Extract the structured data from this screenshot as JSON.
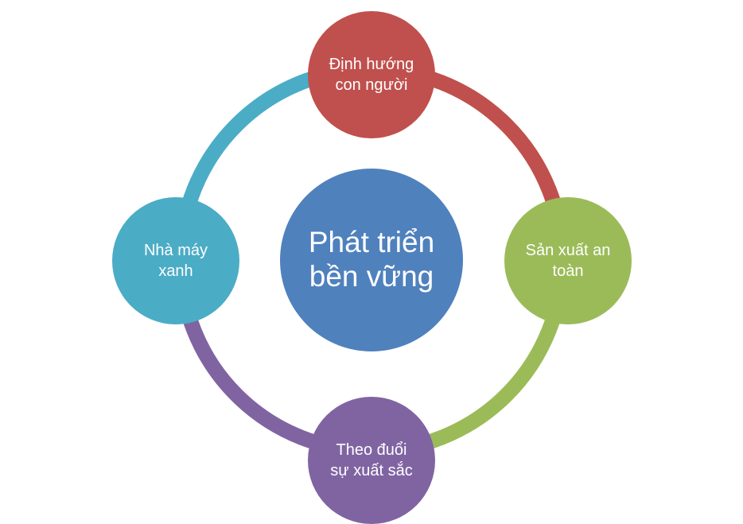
{
  "center": {
    "label": "Phát triển bền vững",
    "color": "#4F81BD"
  },
  "nodes": [
    {
      "id": "top",
      "label": "Định hướng con người",
      "color": "#C0504D"
    },
    {
      "id": "right",
      "label": "Sản xuất an toàn",
      "color": "#9BBB59"
    },
    {
      "id": "bottom",
      "label": "Theo đuổi sự xuất sắc",
      "color": "#8064A2"
    },
    {
      "id": "left",
      "label": "Nhà máy xanh",
      "color": "#4BACC6"
    }
  ]
}
